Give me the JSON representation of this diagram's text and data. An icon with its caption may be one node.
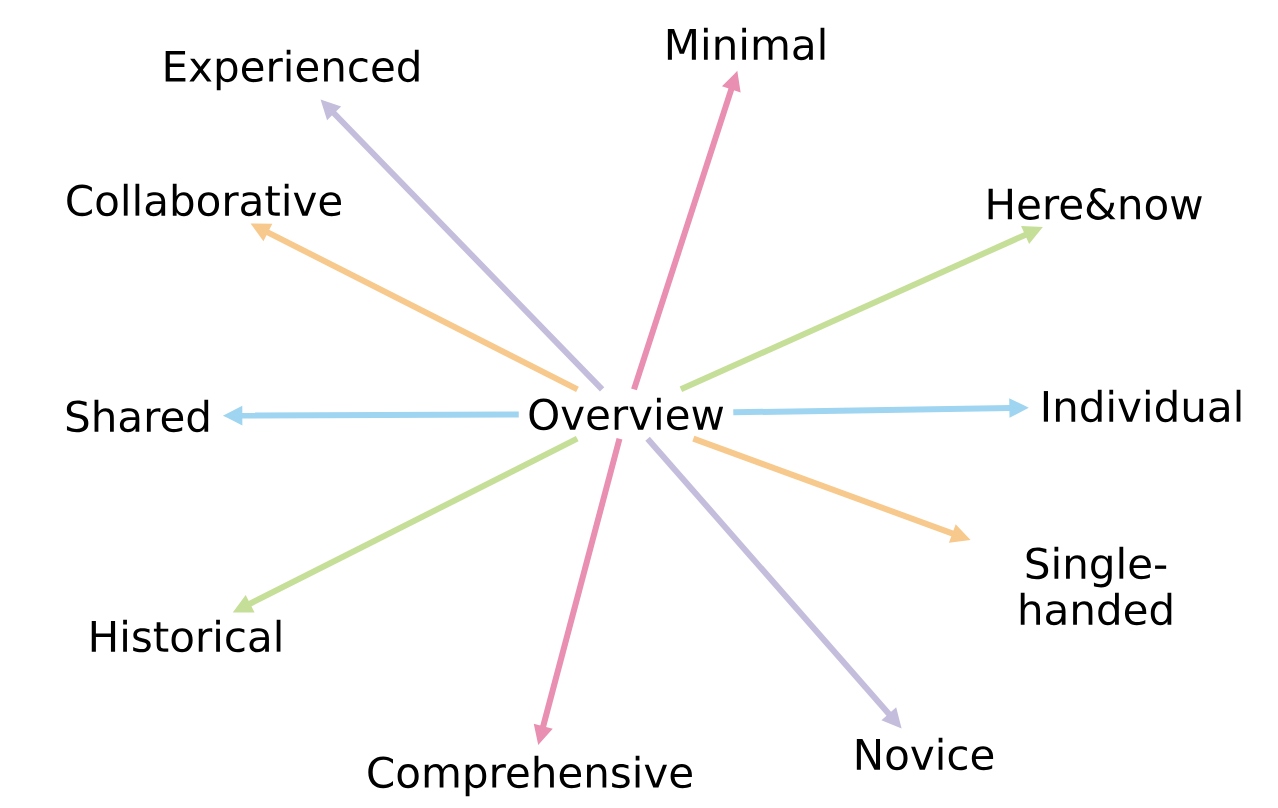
{
  "diagram": {
    "nodes": [
      {
        "text": [
          "Overview"
        ]
      },
      {
        "text": [
          "Experienced"
        ]
      },
      {
        "text": [
          "Minimal"
        ]
      },
      {
        "text": [
          "Collaborative"
        ]
      },
      {
        "text": [
          "Here&now"
        ]
      },
      {
        "text": [
          "Shared"
        ]
      },
      {
        "text": [
          "Individual"
        ]
      },
      {
        "text": [
          "Single-handed"
        ]
      },
      {
        "text": [
          "Historical"
        ]
      },
      {
        "text": [
          "Comprehensive"
        ]
      },
      {
        "text": [
          "Novice"
        ]
      }
    ],
    "edges": [
      {
        "from": 0,
        "to": 1,
        "arrow": "to",
        "color": "#c4bddc"
      },
      {
        "from": 0,
        "to": 2,
        "arrow": "to",
        "color": "#e98fb1"
      },
      {
        "from": 0,
        "to": 3,
        "arrow": "to",
        "color": "#f7c98c"
      },
      {
        "from": 0,
        "to": 4,
        "arrow": "to",
        "color": "#c6df98"
      },
      {
        "from": 0,
        "to": 5,
        "arrow": "to",
        "color": "#9fd5f0"
      },
      {
        "from": 0,
        "to": 6,
        "arrow": "to",
        "color": "#9fd5f0"
      },
      {
        "from": 0,
        "to": 7,
        "arrow": "to",
        "color": "#f7c98c"
      },
      {
        "from": 0,
        "to": 8,
        "arrow": "to",
        "color": "#c6df98"
      },
      {
        "from": 0,
        "to": 9,
        "arrow": "to",
        "color": "#e98fb1"
      },
      {
        "from": 0,
        "to": 10,
        "arrow": "to",
        "color": "#c4bddc"
      }
    ]
  }
}
